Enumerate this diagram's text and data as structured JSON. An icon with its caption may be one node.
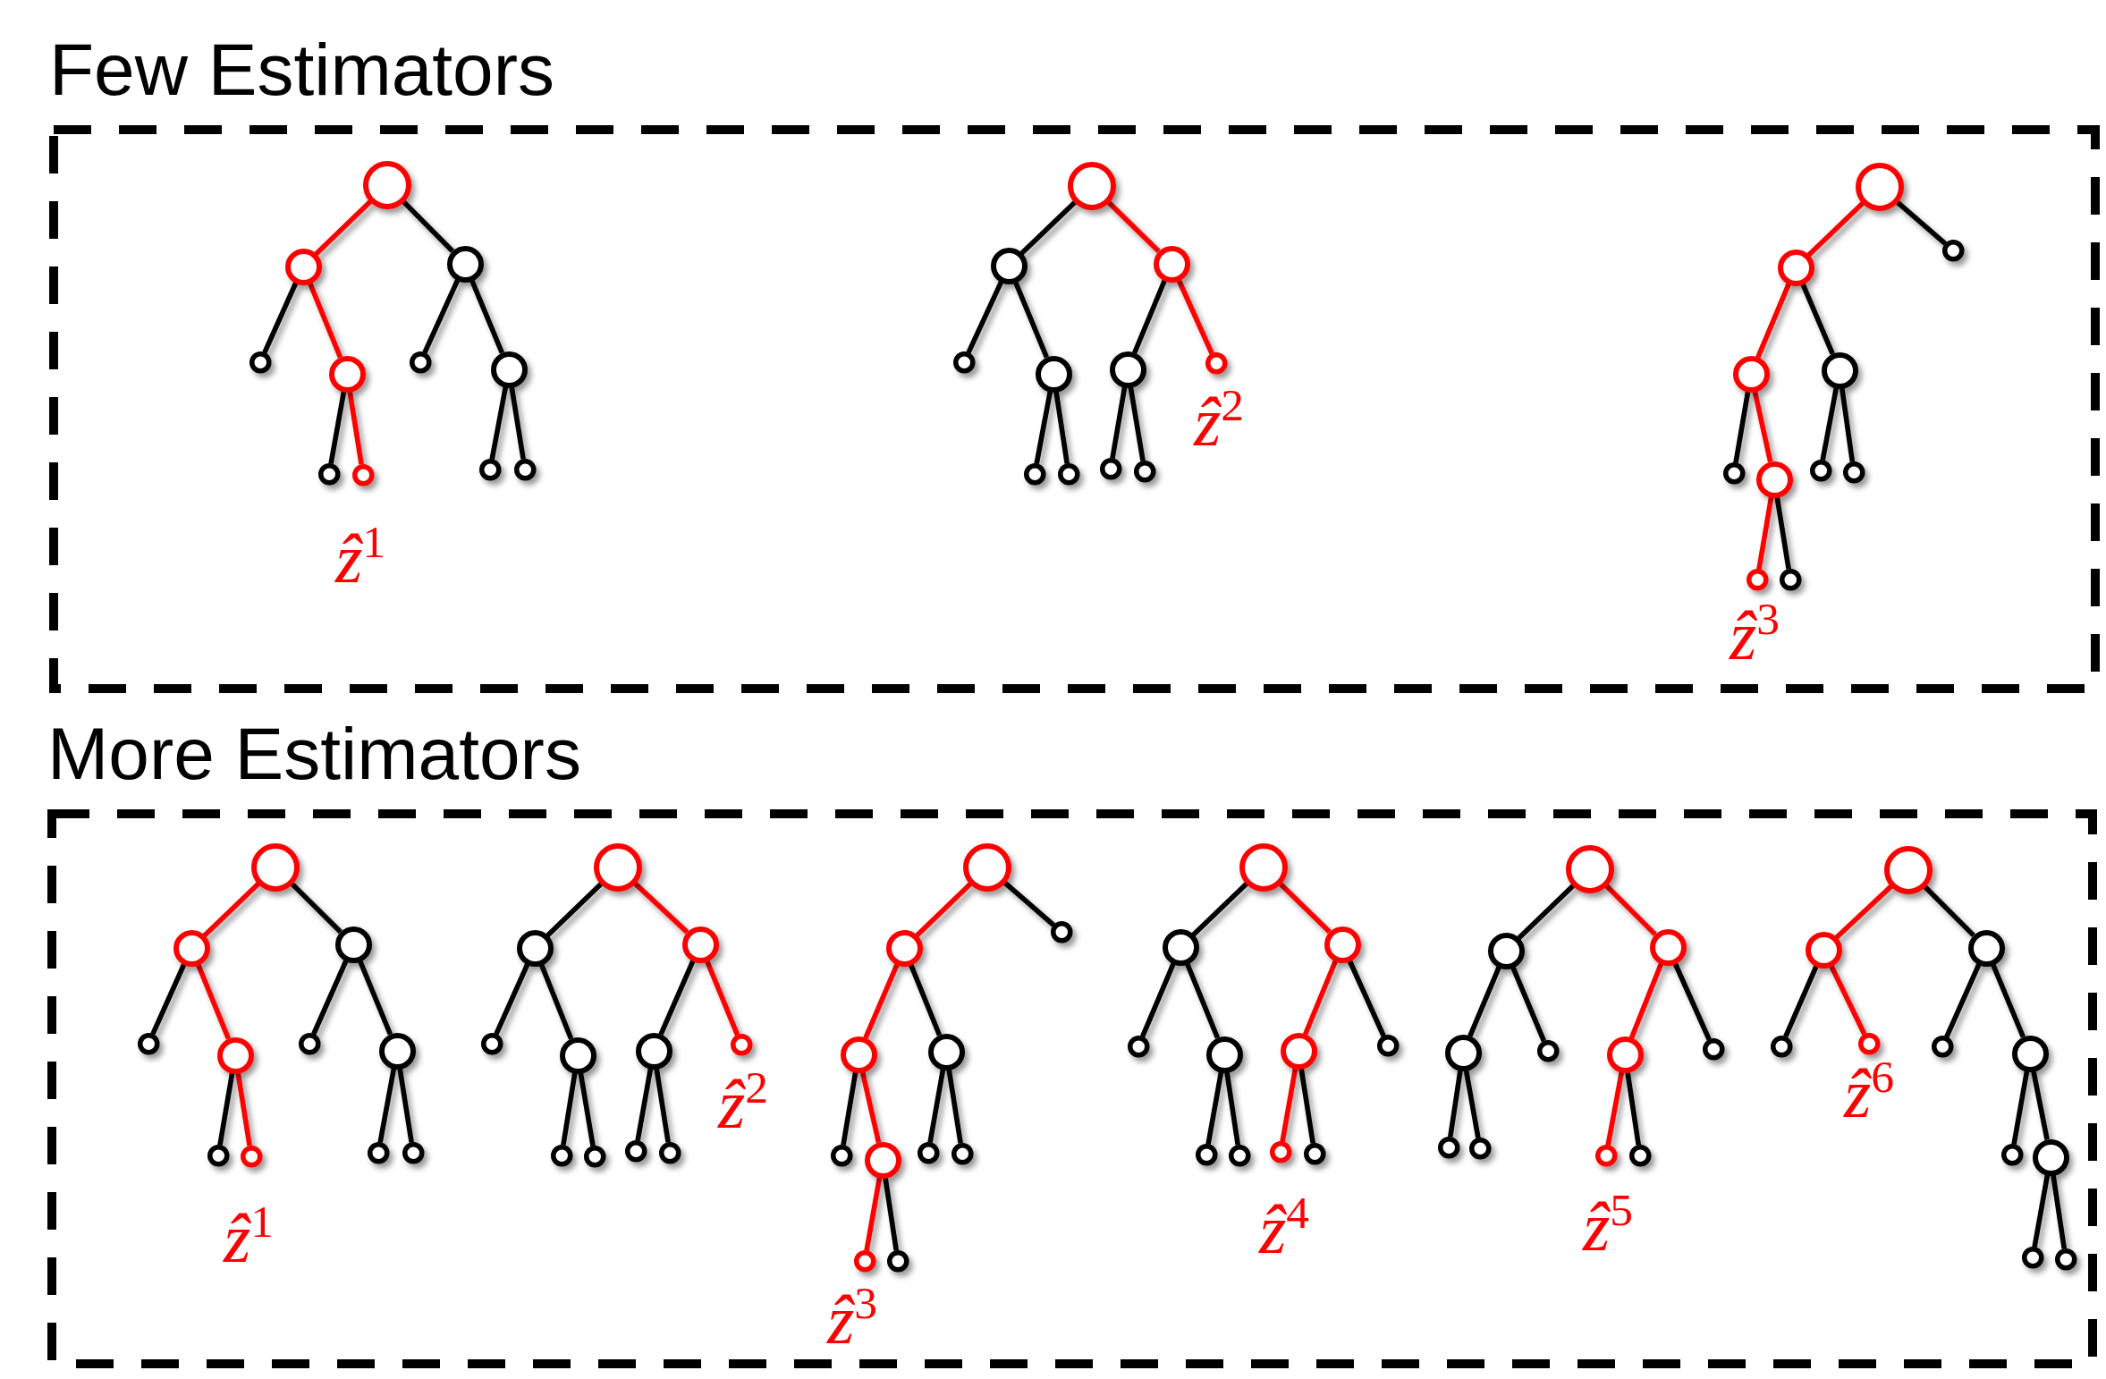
{
  "diagram": {
    "nodes": [
      {
        "text": [
          "Few Estimators"
        ]
      },
      {
        "text": [],
        "shape": "circle",
        "in": 0
      },
      {
        "text": [],
        "shape": "circle",
        "in": 0
      },
      {
        "text": [],
        "shape": "circle",
        "in": 0
      },
      {
        "text": [],
        "shape": "circle",
        "in": 0
      },
      {
        "text": [],
        "shape": "circle",
        "in": 0
      },
      {
        "text": [],
        "shape": "circle",
        "in": 0
      },
      {
        "text": [],
        "shape": "circle",
        "in": 0
      },
      {
        "text": [],
        "shape": "circle",
        "in": 0
      },
      {
        "text": [],
        "shape": "circle",
        "in": 0,
        "beside": [
          "*ẑ*$^{1}$"
        ]
      },
      {
        "text": [],
        "shape": "circle",
        "in": 0
      },
      {
        "text": [],
        "shape": "circle",
        "in": 0
      },
      {
        "text": [],
        "shape": "circle",
        "in": 0
      },
      {
        "text": [],
        "shape": "circle",
        "in": 0
      },
      {
        "text": [],
        "shape": "circle",
        "in": 0
      },
      {
        "text": [],
        "shape": "circle",
        "in": 0
      },
      {
        "text": [],
        "shape": "circle",
        "in": 0
      },
      {
        "text": [],
        "shape": "circle",
        "in": 0
      },
      {
        "text": [],
        "shape": "circle",
        "in": 0,
        "beside": [
          "*ẑ*$^{2}$"
        ]
      },
      {
        "text": [],
        "shape": "circle",
        "in": 0
      },
      {
        "text": [],
        "shape": "circle",
        "in": 0
      },
      {
        "text": [],
        "shape": "circle",
        "in": 0
      },
      {
        "text": [],
        "shape": "circle",
        "in": 0
      },
      {
        "text": [],
        "shape": "circle",
        "in": 0
      },
      {
        "text": [],
        "shape": "circle",
        "in": 0
      },
      {
        "text": [],
        "shape": "circle",
        "in": 0
      },
      {
        "text": [],
        "shape": "circle",
        "in": 0
      },
      {
        "text": [],
        "shape": "circle",
        "in": 0
      },
      {
        "text": [],
        "shape": "circle",
        "in": 0
      },
      {
        "text": [],
        "shape": "circle",
        "in": 0
      },
      {
        "text": [],
        "shape": "circle",
        "in": 0
      },
      {
        "text": [],
        "shape": "circle",
        "in": 0
      },
      {
        "text": [],
        "shape": "circle",
        "in": 0,
        "beside": [
          "*ẑ*$^{3}$"
        ]
      },
      {
        "text": [],
        "shape": "circle",
        "in": 0
      },
      {
        "text": [
          "More Estimators"
        ]
      },
      {
        "text": [],
        "shape": "circle",
        "in": 34
      },
      {
        "text": [],
        "shape": "circle",
        "in": 34
      },
      {
        "text": [],
        "shape": "circle",
        "in": 34
      },
      {
        "text": [],
        "shape": "circle",
        "in": 34
      },
      {
        "text": [],
        "shape": "circle",
        "in": 34
      },
      {
        "text": [],
        "shape": "circle",
        "in": 34
      },
      {
        "text": [],
        "shape": "circle",
        "in": 34
      },
      {
        "text": [],
        "shape": "circle",
        "in": 34
      },
      {
        "text": [],
        "shape": "circle",
        "in": 34,
        "beside": [
          "*ẑ*$^{1}$"
        ]
      },
      {
        "text": [],
        "shape": "circle",
        "in": 34
      },
      {
        "text": [],
        "shape": "circle",
        "in": 34
      },
      {
        "text": [],
        "shape": "circle",
        "in": 34
      },
      {
        "text": [],
        "shape": "circle",
        "in": 34
      },
      {
        "text": [],
        "shape": "circle",
        "in": 34
      },
      {
        "text": [],
        "shape": "circle",
        "in": 34
      },
      {
        "text": [],
        "shape": "circle",
        "in": 34
      },
      {
        "text": [],
        "shape": "circle",
        "in": 34
      },
      {
        "text": [],
        "shape": "circle",
        "in": 34,
        "beside": [
          "*ẑ*$^{2}$"
        ]
      },
      {
        "text": [],
        "shape": "circle",
        "in": 34
      },
      {
        "text": [],
        "shape": "circle",
        "in": 34
      },
      {
        "text": [],
        "shape": "circle",
        "in": 34
      },
      {
        "text": [],
        "shape": "circle",
        "in": 34
      },
      {
        "text": [],
        "shape": "circle",
        "in": 34
      },
      {
        "text": [],
        "shape": "circle",
        "in": 34
      },
      {
        "text": [],
        "shape": "circle",
        "in": 34
      },
      {
        "text": [],
        "shape": "circle",
        "in": 34
      },
      {
        "text": [],
        "shape": "circle",
        "in": 34
      },
      {
        "text": [],
        "shape": "circle",
        "in": 34
      },
      {
        "text": [],
        "shape": "circle",
        "in": 34
      },
      {
        "text": [],
        "shape": "circle",
        "in": 34
      },
      {
        "text": [],
        "shape": "circle",
        "in": 34
      },
      {
        "text": [],
        "shape": "circle",
        "in": 34,
        "beside": [
          "*ẑ*$^{3}$"
        ]
      },
      {
        "text": [],
        "shape": "circle",
        "in": 34
      },
      {
        "text": [],
        "shape": "circle",
        "in": 34
      },
      {
        "text": [],
        "shape": "circle",
        "in": 34
      },
      {
        "text": [],
        "shape": "circle",
        "in": 34
      },
      {
        "text": [],
        "shape": "circle",
        "in": 34
      },
      {
        "text": [],
        "shape": "circle",
        "in": 34
      },
      {
        "text": [],
        "shape": "circle",
        "in": 34
      },
      {
        "text": [],
        "shape": "circle",
        "in": 34
      },
      {
        "text": [],
        "shape": "circle",
        "in": 34
      },
      {
        "text": [],
        "shape": "circle",
        "in": 34
      },
      {
        "text": [],
        "shape": "circle",
        "in": 34,
        "beside": [
          "*ẑ*$^{4}$"
        ]
      },
      {
        "text": [],
        "shape": "circle",
        "in": 34
      },
      {
        "text": [],
        "shape": "circle",
        "in": 34
      },
      {
        "text": [],
        "shape": "circle",
        "in": 34
      },
      {
        "text": [],
        "shape": "circle",
        "in": 34
      },
      {
        "text": [],
        "shape": "circle",
        "in": 34
      },
      {
        "text": [],
        "shape": "circle",
        "in": 34
      },
      {
        "text": [],
        "shape": "circle",
        "in": 34
      },
      {
        "text": [],
        "shape": "circle",
        "in": 34
      },
      {
        "text": [],
        "shape": "circle",
        "in": 34
      },
      {
        "text": [],
        "shape": "circle",
        "in": 34
      },
      {
        "text": [],
        "shape": "circle",
        "in": 34,
        "beside": [
          "*ẑ*$^{5}$"
        ]
      },
      {
        "text": [],
        "shape": "circle",
        "in": 34
      },
      {
        "text": [],
        "shape": "circle",
        "in": 34
      },
      {
        "text": [],
        "shape": "circle",
        "in": 34
      },
      {
        "text": [],
        "shape": "circle",
        "in": 34
      },
      {
        "text": [],
        "shape": "circle",
        "in": 34
      },
      {
        "text": [],
        "shape": "circle",
        "in": 34,
        "beside": [
          "*ẑ*$^{6}$"
        ]
      },
      {
        "text": [],
        "shape": "circle",
        "in": 34
      },
      {
        "text": [],
        "shape": "circle",
        "in": 34
      },
      {
        "text": [],
        "shape": "circle",
        "in": 34
      },
      {
        "text": [],
        "shape": "circle",
        "in": 34
      },
      {
        "text": [],
        "shape": "circle",
        "in": 34
      },
      {
        "text": [],
        "shape": "circle",
        "in": 34
      }
    ],
    "edges": [
      {
        "from": 1,
        "to": 2,
        "arrow": "none",
        "color": "#ff0000"
      },
      {
        "from": 1,
        "to": 3,
        "arrow": "none"
      },
      {
        "from": 2,
        "to": 4,
        "arrow": "none"
      },
      {
        "from": 2,
        "to": 5,
        "arrow": "none",
        "color": "#ff0000"
      },
      {
        "from": 3,
        "to": 6,
        "arrow": "none"
      },
      {
        "from": 3,
        "to": 7,
        "arrow": "none"
      },
      {
        "from": 5,
        "to": 8,
        "arrow": "none"
      },
      {
        "from": 5,
        "to": 9,
        "arrow": "none",
        "color": "#ff0000"
      },
      {
        "from": 7,
        "to": 10,
        "arrow": "none"
      },
      {
        "from": 7,
        "to": 11,
        "arrow": "none"
      },
      {
        "from": 12,
        "to": 13,
        "arrow": "none"
      },
      {
        "from": 12,
        "to": 14,
        "arrow": "none",
        "color": "#ff0000"
      },
      {
        "from": 13,
        "to": 15,
        "arrow": "none"
      },
      {
        "from": 13,
        "to": 16,
        "arrow": "none"
      },
      {
        "from": 14,
        "to": 17,
        "arrow": "none"
      },
      {
        "from": 14,
        "to": 18,
        "arrow": "none",
        "color": "#ff0000"
      },
      {
        "from": 16,
        "to": 19,
        "arrow": "none"
      },
      {
        "from": 16,
        "to": 20,
        "arrow": "none"
      },
      {
        "from": 17,
        "to": 21,
        "arrow": "none"
      },
      {
        "from": 17,
        "to": 22,
        "arrow": "none"
      },
      {
        "from": 23,
        "to": 24,
        "arrow": "none",
        "color": "#ff0000"
      },
      {
        "from": 23,
        "to": 25,
        "arrow": "none"
      },
      {
        "from": 24,
        "to": 26,
        "arrow": "none",
        "color": "#ff0000"
      },
      {
        "from": 24,
        "to": 27,
        "arrow": "none"
      },
      {
        "from": 26,
        "to": 28,
        "arrow": "none"
      },
      {
        "from": 26,
        "to": 29,
        "arrow": "none",
        "color": "#ff0000"
      },
      {
        "from": 27,
        "to": 30,
        "arrow": "none"
      },
      {
        "from": 27,
        "to": 31,
        "arrow": "none"
      },
      {
        "from": 29,
        "to": 32,
        "arrow": "none",
        "color": "#ff0000"
      },
      {
        "from": 29,
        "to": 33,
        "arrow": "none"
      },
      {
        "from": 35,
        "to": 36,
        "arrow": "none",
        "color": "#ff0000"
      },
      {
        "from": 35,
        "to": 37,
        "arrow": "none"
      },
      {
        "from": 36,
        "to": 38,
        "arrow": "none"
      },
      {
        "from": 36,
        "to": 39,
        "arrow": "none",
        "color": "#ff0000"
      },
      {
        "from": 37,
        "to": 40,
        "arrow": "none"
      },
      {
        "from": 37,
        "to": 41,
        "arrow": "none"
      },
      {
        "from": 39,
        "to": 42,
        "arrow": "none"
      },
      {
        "from": 39,
        "to": 43,
        "arrow": "none",
        "color": "#ff0000"
      },
      {
        "from": 41,
        "to": 44,
        "arrow": "none"
      },
      {
        "from": 41,
        "to": 45,
        "arrow": "none"
      },
      {
        "from": 46,
        "to": 47,
        "arrow": "none"
      },
      {
        "from": 46,
        "to": 48,
        "arrow": "none",
        "color": "#ff0000"
      },
      {
        "from": 47,
        "to": 49,
        "arrow": "none"
      },
      {
        "from": 47,
        "to": 50,
        "arrow": "none"
      },
      {
        "from": 48,
        "to": 51,
        "arrow": "none"
      },
      {
        "from": 48,
        "to": 52,
        "arrow": "none",
        "color": "#ff0000"
      },
      {
        "from": 50,
        "to": 53,
        "arrow": "none"
      },
      {
        "from": 50,
        "to": 54,
        "arrow": "none"
      },
      {
        "from": 51,
        "to": 55,
        "arrow": "none"
      },
      {
        "from": 51,
        "to": 56,
        "arrow": "none"
      },
      {
        "from": 57,
        "to": 58,
        "arrow": "none",
        "color": "#ff0000"
      },
      {
        "from": 57,
        "to": 59,
        "arrow": "none"
      },
      {
        "from": 58,
        "to": 60,
        "arrow": "none",
        "color": "#ff0000"
      },
      {
        "from": 58,
        "to": 61,
        "arrow": "none"
      },
      {
        "from": 60,
        "to": 62,
        "arrow": "none"
      },
      {
        "from": 60,
        "to": 63,
        "arrow": "none",
        "color": "#ff0000"
      },
      {
        "from": 61,
        "to": 64,
        "arrow": "none"
      },
      {
        "from": 61,
        "to": 65,
        "arrow": "none"
      },
      {
        "from": 63,
        "to": 66,
        "arrow": "none",
        "color": "#ff0000"
      },
      {
        "from": 63,
        "to": 67,
        "arrow": "none"
      },
      {
        "from": 68,
        "to": 69,
        "arrow": "none"
      },
      {
        "from": 68,
        "to": 70,
        "arrow": "none",
        "color": "#ff0000"
      },
      {
        "from": 69,
        "to": 71,
        "arrow": "none"
      },
      {
        "from": 69,
        "to": 72,
        "arrow": "none"
      },
      {
        "from": 70,
        "to": 73,
        "arrow": "none",
        "color": "#ff0000"
      },
      {
        "from": 70,
        "to": 74,
        "arrow": "none"
      },
      {
        "from": 72,
        "to": 75,
        "arrow": "none"
      },
      {
        "from": 72,
        "to": 76,
        "arrow": "none"
      },
      {
        "from": 73,
        "to": 77,
        "arrow": "none",
        "color": "#ff0000"
      },
      {
        "from": 73,
        "to": 78,
        "arrow": "none"
      },
      {
        "from": 79,
        "to": 80,
        "arrow": "none"
      },
      {
        "from": 79,
        "to": 81,
        "arrow": "none",
        "color": "#ff0000"
      },
      {
        "from": 80,
        "to": 82,
        "arrow": "none"
      },
      {
        "from": 80,
        "to": 83,
        "arrow": "none"
      },
      {
        "from": 81,
        "to": 84,
        "arrow": "none",
        "color": "#ff0000"
      },
      {
        "from": 81,
        "to": 85,
        "arrow": "none"
      },
      {
        "from": 82,
        "to": 86,
        "arrow": "none"
      },
      {
        "from": 82,
        "to": 87,
        "arrow": "none"
      },
      {
        "from": 84,
        "to": 88,
        "arrow": "none",
        "color": "#ff0000"
      },
      {
        "from": 84,
        "to": 89,
        "arrow": "none"
      },
      {
        "from": 90,
        "to": 91,
        "arrow": "none",
        "color": "#ff0000"
      },
      {
        "from": 90,
        "to": 92,
        "arrow": "none"
      },
      {
        "from": 91,
        "to": 93,
        "arrow": "none"
      },
      {
        "from": 91,
        "to": 94,
        "arrow": "none",
        "color": "#ff0000"
      },
      {
        "from": 92,
        "to": 95,
        "arrow": "none"
      },
      {
        "from": 92,
        "to": 96,
        "arrow": "none"
      },
      {
        "from": 96,
        "to": 97,
        "arrow": "none"
      },
      {
        "from": 96,
        "to": 98,
        "arrow": "none"
      },
      {
        "from": 98,
        "to": 99,
        "arrow": "none"
      },
      {
        "from": 98,
        "to": 100,
        "arrow": "none"
      }
    ]
  }
}
